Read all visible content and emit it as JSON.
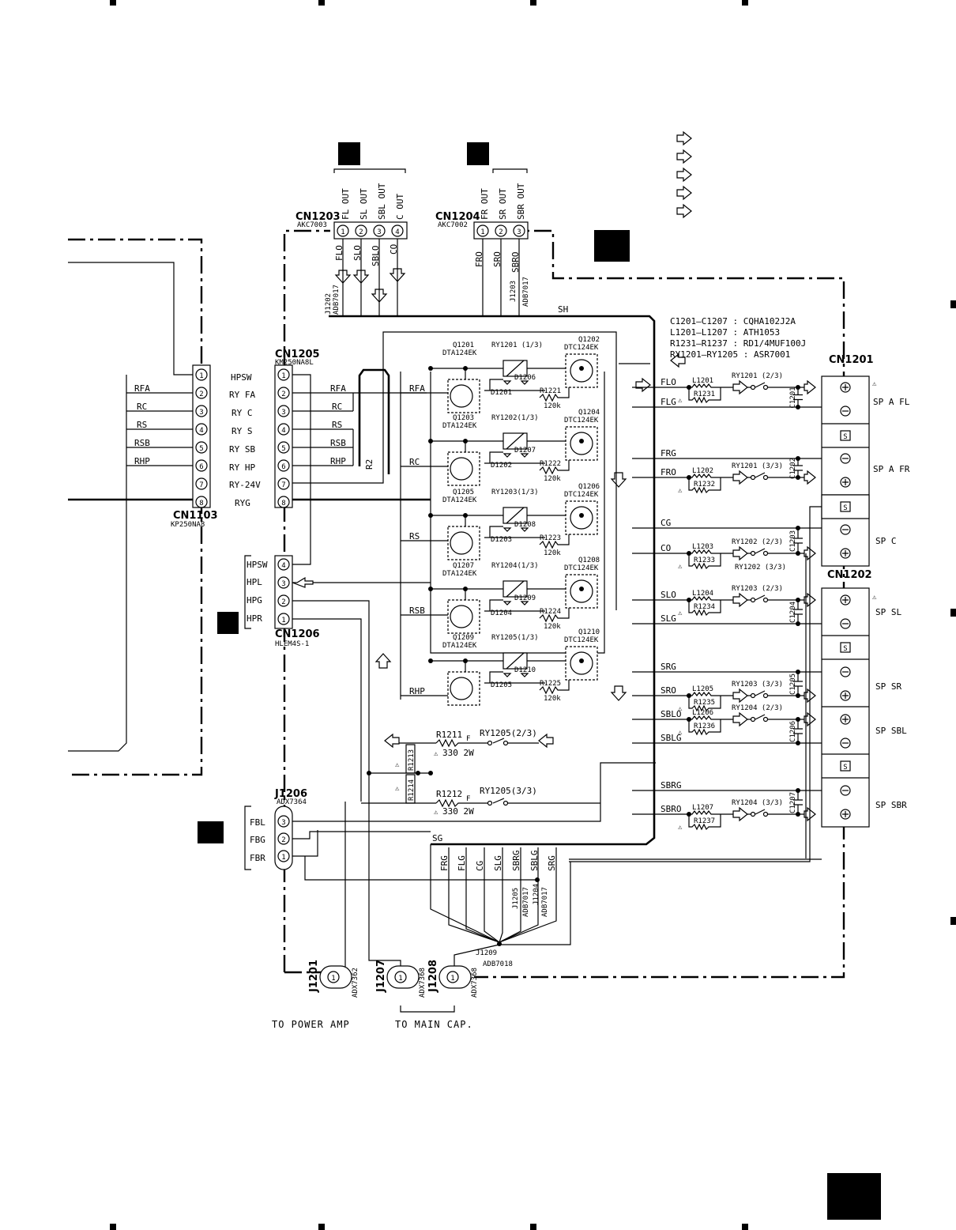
{
  "notes": {
    "lines": [
      "C1201–C1207 : CQHA102J2A",
      "L1201–L1207 : ATH1053",
      "R1231–R1237 : RD1/4MUF100J",
      "RY1201–RY1205 : ASR7001"
    ]
  },
  "connectors": {
    "cn1103": {
      "ref": "CN1103",
      "part": "KP250NA8",
      "pins": [
        "1",
        "2",
        "3",
        "4",
        "5",
        "6",
        "7",
        "8"
      ],
      "nets": [
        "RFA",
        "RC",
        "RS",
        "RSB",
        "RHP"
      ]
    },
    "cn1205": {
      "ref": "CN1205",
      "part": "KM250NA8L",
      "pins": [
        "1",
        "2",
        "3",
        "4",
        "5",
        "6",
        "7",
        "8"
      ],
      "labels": [
        "HPSW",
        "RY FA",
        "RY C",
        "RY S",
        "RY SB",
        "RY HP",
        "RY-24V",
        "RYG"
      ],
      "nets": [
        "RFA",
        "RC",
        "RS",
        "RSB",
        "RHP"
      ]
    },
    "cn1206": {
      "ref": "CN1206",
      "part": "HLEM4S-1",
      "pins": [
        "4",
        "3",
        "2",
        "1"
      ],
      "labels": [
        "HPSW",
        "HPL",
        "HPG",
        "HPR"
      ]
    },
    "cn1203": {
      "ref": "CN1203",
      "part": "AKC7003",
      "pins": [
        "1",
        "2",
        "3",
        "4"
      ],
      "labels": [
        "FL OUT",
        "SL OUT",
        "SBL OUT",
        "C OUT"
      ],
      "nets": [
        "FLO",
        "SLO",
        "SBLO",
        "CO"
      ]
    },
    "cn1204": {
      "ref": "CN1204",
      "part": "AKC7002",
      "pins": [
        "1",
        "2",
        "3"
      ],
      "labels": [
        "FR OUT",
        "SR OUT",
        "SBR OUT"
      ],
      "nets": [
        "FRO",
        "SRO",
        "SBRO"
      ]
    },
    "j1206": {
      "ref": "J1206",
      "part": "ADX7364",
      "pins": [
        "3",
        "2",
        "1"
      ],
      "labels": [
        "FBL",
        "FBG",
        "FBR"
      ]
    },
    "j1201": {
      "ref": "J1201",
      "part": "ADX7362",
      "pin": "1"
    },
    "j1207": {
      "ref": "J1207",
      "part": "ADX7368",
      "pin": "1"
    },
    "j1208": {
      "ref": "J1208",
      "part": "ADX7368",
      "pin": "1"
    },
    "j1209": {
      "ref": "J1209",
      "part": "ADB7018"
    },
    "j1202": {
      "ref": "J1202",
      "part": "ADB7017"
    },
    "j1203": {
      "ref": "J1203",
      "part": "ADB7017"
    },
    "j1205": {
      "ref": "J1205",
      "part": "ADB7017"
    },
    "j1204": {
      "ref": "J1204",
      "part": "ADB7017"
    }
  },
  "net_labels": {
    "sh": "SH",
    "sg": "SG",
    "r2": "R2",
    "bottom_nets": [
      "FRG",
      "FLG",
      "CG",
      "SLG",
      "SBRG",
      "SBLG",
      "SRG"
    ]
  },
  "relays": [
    {
      "ref": "RY1201 (1/3)",
      "q_in": "Q1201",
      "q_in_part": "DTA124EK",
      "q_out": "Q1202",
      "q_out_part": "DTC124EK",
      "d_a": "D1206",
      "d_b": "D1201",
      "r": "R1221",
      "rv": "120k",
      "net": "RFA"
    },
    {
      "ref": "RY1202(1/3)",
      "q_in": "Q1203",
      "q_in_part": "DTA124EK",
      "q_out": "Q1204",
      "q_out_part": "DTC124EK",
      "d_a": "D1207",
      "d_b": "D1202",
      "r": "R1222",
      "rv": "120k",
      "net": "RC"
    },
    {
      "ref": "RY1203(1/3)",
      "q_in": "Q1205",
      "q_in_part": "DTA124EK",
      "q_out": "Q1206",
      "q_out_part": "DTC124EK",
      "d_a": "D1208",
      "d_b": "D1203",
      "r": "R1223",
      "rv": "120k",
      "net": "RS"
    },
    {
      "ref": "RY1204(1/3)",
      "q_in": "Q1207",
      "q_in_part": "DTA124EK",
      "q_out": "Q1208",
      "q_out_part": "DTC124EK",
      "d_a": "D1209",
      "d_b": "D1204",
      "r": "R1224",
      "rv": "120k",
      "net": "RSB"
    },
    {
      "ref": "RY1205(1/3)",
      "q_in": "Q1209",
      "q_in_part": "DTA124EK",
      "q_out": "Q1210",
      "q_out_part": "DTC124EK",
      "d_a": "D1210",
      "d_b": "D1205",
      "r": "R1225",
      "rv": "120k",
      "net": "RHP"
    }
  ],
  "speaker_channels": [
    {
      "out": "FLO",
      "gnd": "FLG",
      "l": "L1201",
      "r": "R1231",
      "ry": "RY1201 (2/3)",
      "c": "C1201"
    },
    {
      "out": "FRO",
      "gnd": "FRG",
      "l": "L1202",
      "r": "R1232",
      "ry": "RY1201 (3/3)",
      "c": "C1202"
    },
    {
      "out": "CO",
      "gnd": "CG",
      "l": "L1203",
      "r": "R1233",
      "ry": "RY1202 (2/3)",
      "ry2": "RY1202 (3/3)",
      "c": "C1203"
    },
    {
      "out": "SLO",
      "gnd": "SLG",
      "l": "L1204",
      "r": "R1234",
      "ry": "RY1203 (2/3)",
      "c": "C1204"
    },
    {
      "out": "SRO",
      "gnd": "SRG",
      "l": "L1205",
      "r": "R1235",
      "ry": "RY1203 (3/3)",
      "c": "C1205"
    },
    {
      "out": "SBLO",
      "gnd": "SBLG",
      "l": "L1206",
      "r": "R1236",
      "ry": "RY1204 (2/3)",
      "c": "C1206"
    },
    {
      "out": "SBRO",
      "gnd": "SBRG",
      "l": "L1207",
      "r": "R1237",
      "ry": "RY1204 (3/3)",
      "c": "C1207"
    }
  ],
  "cn1201": {
    "ref": "CN1201",
    "groups": [
      "SP A FL",
      "SP A FR",
      "SP C"
    ]
  },
  "cn1202": {
    "ref": "CN1202",
    "groups": [
      "SP SL",
      "SP SR",
      "SP SBL",
      "SP SBR"
    ]
  },
  "headphone": {
    "r1211": "R1211",
    "r1211_val": "330 2W",
    "r1212": "R1212",
    "r1212_val": "330 2W",
    "r1213": "R1213",
    "r1214": "R1214",
    "ry_a": "RY1205(2/3)",
    "ry_b": "RY1205(3/3)",
    "fuse": "F"
  },
  "symbols": {
    "plus": "⊕",
    "minus": "⊖",
    "shield": "S",
    "caution": "⚠"
  },
  "captions": {
    "power_amp": "TO POWER AMP",
    "main_cap": "TO MAIN CAP."
  }
}
